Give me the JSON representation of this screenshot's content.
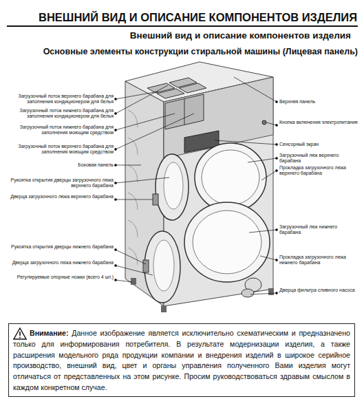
{
  "diagram": {
    "title": "ВНЕШНИЙ ВИД И ОПИСАНИЕ КОМПОНЕНТОВ ИЗДЕЛИЯ",
    "nodes": [
      {
        "text": [
          "Внимание:",
          "Данное изображение является исключительно схематическим и предназначено только для информирования потребителя. В результате модернизации изделия, а также расширения модельного ряда продукции компании и внедрения изделий в широкое серийное производство, внешний вид, цвет и органы управления полученного Вами изделия могут отличаться от представленных на этом рисунке. Просим руководствоваться здравым смыслом в каждом конкретном случае."
        ]
      }
    ],
    "labels": [
      "Внешний вид и описание компонентов изделия",
      "Основные элементы конструкции стиральной машины (Лицевая панель)",
      "Загрузочный поток верхнего барабана для заполнения кондиционером для белья",
      "Загрузочный лоток нижнего барабана для заполнения кондиционером для белья",
      "Загрузочный поток нижнего барабана для заполнения моющим средством",
      "Загрузочный поток верхнего барабана для заполнения моющим средством",
      "Боковая панель",
      "Рукоятка открытия дверцы загрузочного люка верхнего барабана",
      "Дверца загрузочного люка верхнего барабана",
      "Рукоятка открытия дверцы нижнего барабана",
      "Дверца загрузочного люка нижнего барабана",
      "Регулируемые опорные ножки (всего 4 шт.)",
      "Верхняя панель",
      "Кнопка включения электропитания",
      "Сенсорный экран",
      "Загрузочный люк верхнего барабана",
      "Прокладка загрузочного люка верхнего барабана",
      "Загрузочный люк нижнего барабана",
      "Прокладка загрузочного люка нижнего барабана",
      "Дверца фильтра сливного насоса"
    ]
  }
}
